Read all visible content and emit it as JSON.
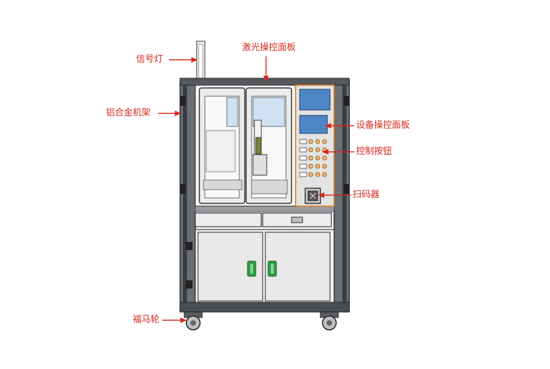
{
  "labels": {
    "signal_light": "信号灯",
    "laser_panel": "激光操控面板",
    "frame": "铝合金机架",
    "device_panel": "设备操控面板",
    "control_buttons": "控制按钮",
    "scanner": "扫码器",
    "casters": "福马轮"
  },
  "colors": {
    "callout": "#d6281e",
    "frame": "#3a3d42",
    "panel": "#e3e3e3",
    "screen": "#4f86c6",
    "highlight": "#e07b1a",
    "handle": "#2f9e44",
    "glass": "#cfe2f3"
  }
}
